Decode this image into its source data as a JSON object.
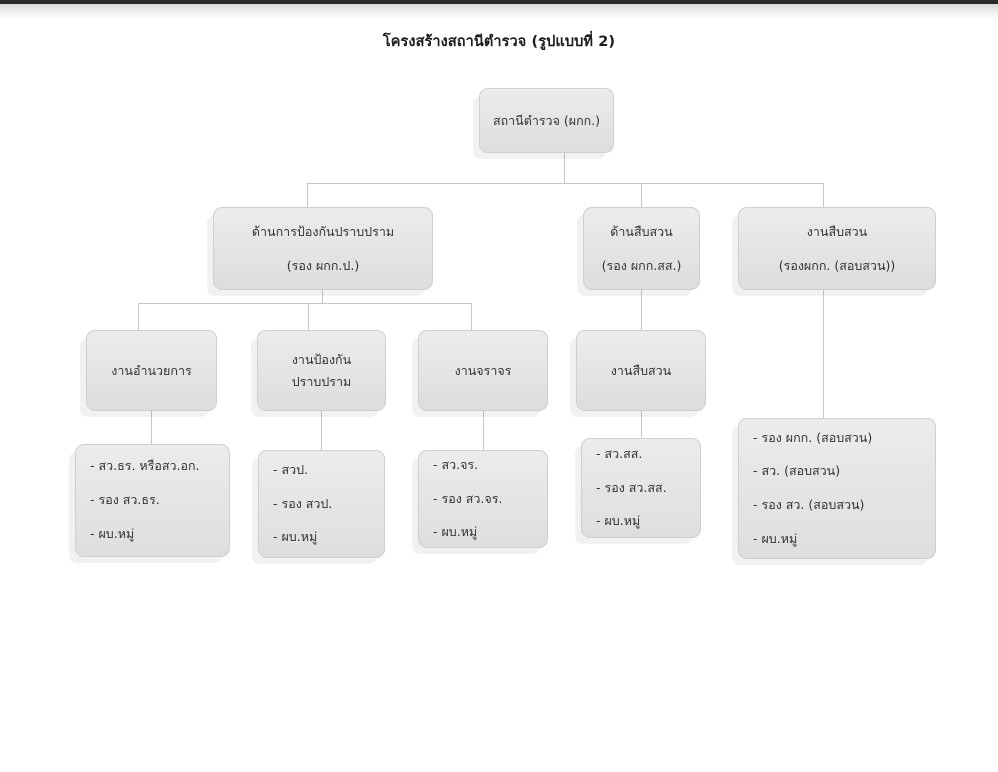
{
  "title": "โครงสร้างสถานีตำรวจ (รูปแบบที่ 2)",
  "colors": {
    "node_fill": "#e6e6e6",
    "node_border": "#cfcfcf",
    "connector": "#c6c6c6",
    "text": "#333333",
    "top_bar": "#2b2b2b"
  },
  "chart_data": {
    "type": "diagram",
    "title": "โครงสร้างสถานีตำรวจ (รูปแบบที่ 2)",
    "orientation": "top-down",
    "levels": 4
  },
  "nodes": {
    "root": {
      "line1": "สถานีตำรวจ (ผกก.)"
    },
    "level2": [
      {
        "line1": "ด้านการป้องกันปราบปราม",
        "line2": "(รอง ผกก.ป.)"
      },
      {
        "line1": "ด้านสืบสวน",
        "line2": "(รอง ผกก.สส.)"
      },
      {
        "line1": "งานสืบสวน",
        "line2": "(รองผกก. (สอบสวน))"
      }
    ],
    "level3": [
      {
        "line1": "งานอำนวยการ",
        "line2": ""
      },
      {
        "line1": "งานป้องกัน",
        "line2": "ปราบปราม"
      },
      {
        "line1": "งานจราจร",
        "line2": ""
      },
      {
        "line1": "งานสืบสวน",
        "line2": ""
      }
    ],
    "leaves": [
      {
        "items": [
          "- สว.ธร. หรือสว.อก.",
          "- รอง สว.ธร.",
          "- ผบ.หมู่"
        ]
      },
      {
        "items": [
          "- สวป.",
          "- รอง สวป.",
          "- ผบ.หมู่"
        ]
      },
      {
        "items": [
          "- สว.จร.",
          "- รอง สว.จร.",
          "- ผบ.หมู่"
        ]
      },
      {
        "items": [
          "- สว.สส.",
          "- รอง สว.สส.",
          "- ผบ.หมู่"
        ]
      },
      {
        "items": [
          "- รอง ผกก. (สอบสวน)",
          "- สว. (สอบสวน)",
          "- รอง สว. (สอบสวน)",
          "- ผบ.หมู่"
        ]
      }
    ]
  }
}
